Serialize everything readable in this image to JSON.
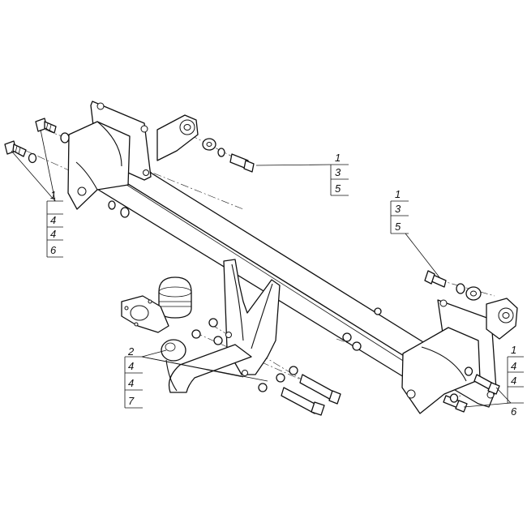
{
  "callouts": {
    "left_bolts": [
      "1",
      "4",
      "4",
      "6"
    ],
    "upper_right_bolt": [
      "1",
      "3",
      "5"
    ],
    "middle_right_bolt": [
      "1",
      "3",
      "5"
    ],
    "ball_mount": [
      "2",
      "4",
      "4",
      "7"
    ],
    "right_bracket_bolts": [
      "1",
      "4",
      "4",
      "6"
    ]
  }
}
